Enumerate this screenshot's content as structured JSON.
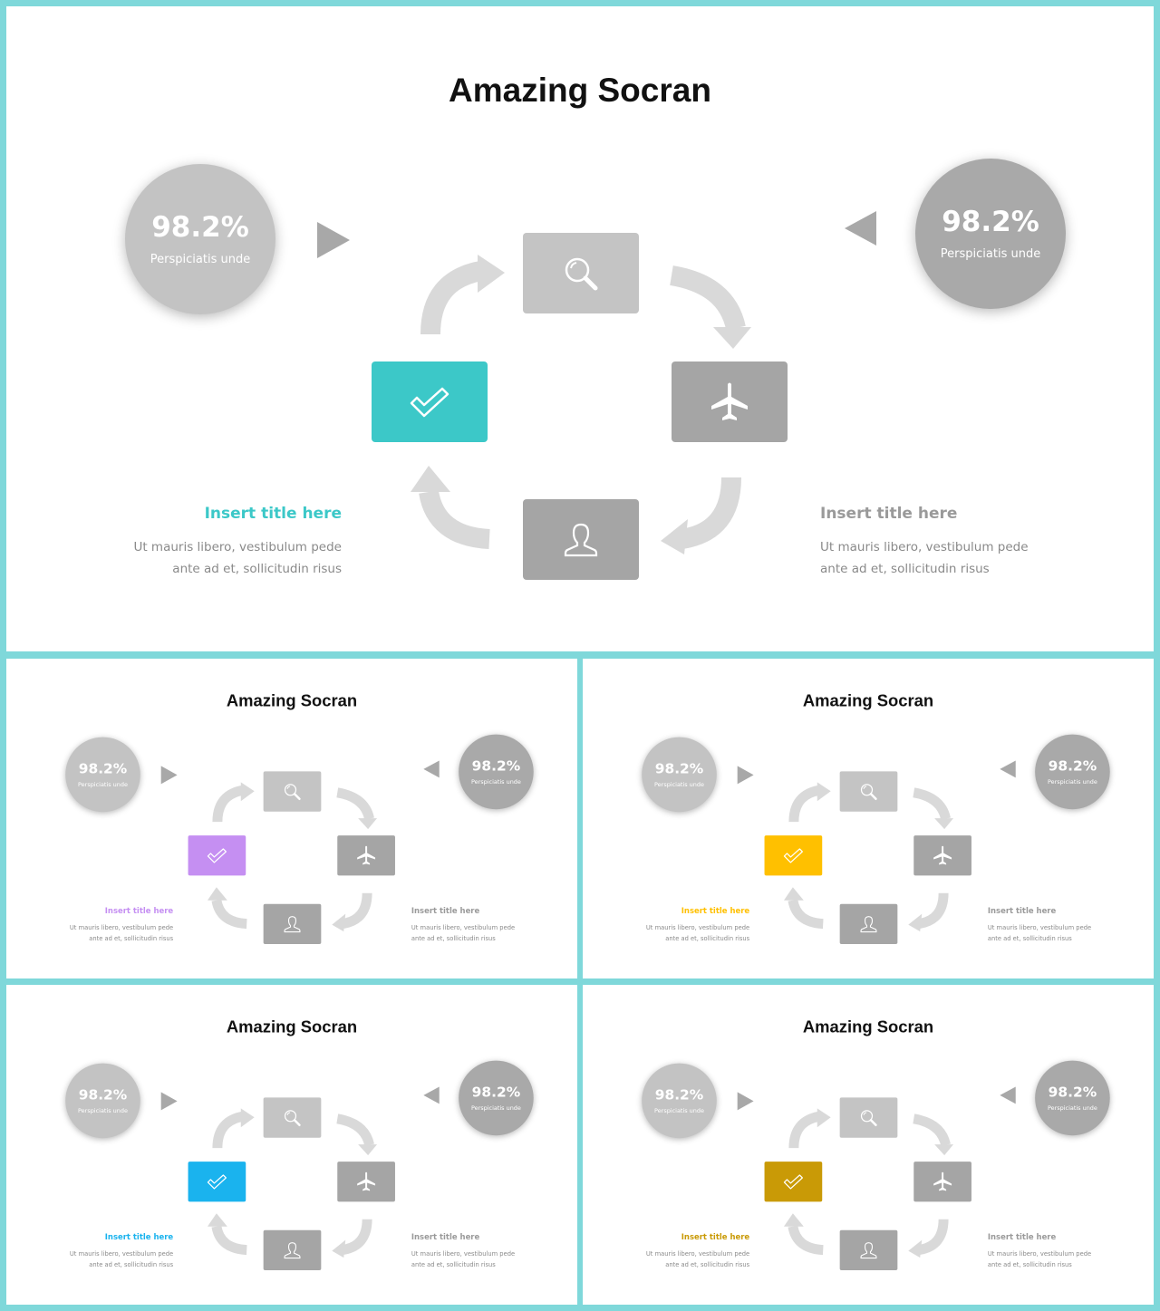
{
  "slides": [
    {
      "title": "Amazing Socran",
      "accent": "#3cc8c8",
      "left_stat": {
        "value": "98.2%",
        "label": "Perspiciatis unde"
      },
      "right_stat": {
        "value": "98.2%",
        "label": "Perspiciatis unde"
      },
      "left_text": {
        "title": "Insert title here",
        "line1": "Ut mauris libero, vestibulum pede",
        "line2": "ante ad et, sollicitudin risus"
      },
      "right_text": {
        "title": "Insert title here",
        "line1": "Ut mauris libero, vestibulum pede",
        "line2": "ante ad et, sollicitudin risus"
      },
      "icons": [
        "search-icon",
        "airplane-icon",
        "user-icon",
        "checkmark-icon"
      ]
    },
    {
      "title": "Amazing Socran",
      "accent": "#c58ff2",
      "left_stat": {
        "value": "98.2%",
        "label": "Perspiciatis unde"
      },
      "right_stat": {
        "value": "98.2%",
        "label": "Perspiciatis unde"
      },
      "left_text": {
        "title": "Insert title here",
        "line1": "Ut mauris libero, vestibulum pede",
        "line2": "ante ad et, sollicitudin risus"
      },
      "right_text": {
        "title": "Insert title here",
        "line1": "Ut mauris libero, vestibulum pede",
        "line2": "ante ad et, sollicitudin risus"
      },
      "icons": [
        "search-icon",
        "airplane-icon",
        "user-icon",
        "checkmark-icon"
      ]
    },
    {
      "title": "Amazing Socran",
      "accent": "#ffc000",
      "left_stat": {
        "value": "98.2%",
        "label": "Perspiciatis unde"
      },
      "right_stat": {
        "value": "98.2%",
        "label": "Perspiciatis unde"
      },
      "left_text": {
        "title": "Insert title here",
        "line1": "Ut mauris libero, vestibulum pede",
        "line2": "ante ad et, sollicitudin risus"
      },
      "right_text": {
        "title": "Insert title here",
        "line1": "Ut mauris libero, vestibulum pede",
        "line2": "ante ad et, sollicitudin risus"
      },
      "icons": [
        "search-icon",
        "airplane-icon",
        "user-icon",
        "checkmark-icon"
      ]
    },
    {
      "title": "Amazing Socran",
      "accent": "#1ab3ee",
      "left_stat": {
        "value": "98.2%",
        "label": "Perspiciatis unde"
      },
      "right_stat": {
        "value": "98.2%",
        "label": "Perspiciatis unde"
      },
      "left_text": {
        "title": "Insert title here",
        "line1": "Ut mauris libero, vestibulum pede",
        "line2": "ante ad et, sollicitudin risus"
      },
      "right_text": {
        "title": "Insert title here",
        "line1": "Ut mauris libero, vestibulum pede",
        "line2": "ante ad et, sollicitudin risus"
      },
      "icons": [
        "search-icon",
        "airplane-icon",
        "user-icon",
        "checkmark-icon"
      ]
    },
    {
      "title": "Amazing Socran",
      "accent": "#c99a06",
      "left_stat": {
        "value": "98.2%",
        "label": "Perspiciatis unde"
      },
      "right_stat": {
        "value": "98.2%",
        "label": "Perspiciatis unde"
      },
      "left_text": {
        "title": "Insert title here",
        "line1": "Ut mauris libero, vestibulum pede",
        "line2": "ante ad et, sollicitudin risus"
      },
      "right_text": {
        "title": "Insert title here",
        "line1": "Ut mauris libero, vestibulum pede",
        "line2": "ante ad et, sollicitudin risus"
      },
      "icons": [
        "search-icon",
        "airplane-icon",
        "user-icon",
        "checkmark-icon"
      ]
    }
  ]
}
